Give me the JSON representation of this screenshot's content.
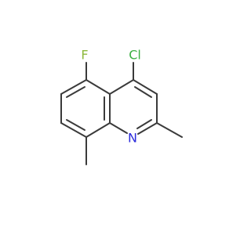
{
  "molecule": {
    "atoms": {
      "chlorine": {
        "symbol": "Cl",
        "color": "#3cb043"
      },
      "fluorine": {
        "symbol": "F",
        "color": "#8db83c"
      },
      "nitrogen": {
        "symbol": "N",
        "color": "#2b2bdc"
      }
    },
    "bond_color": "#3a3a3a"
  }
}
